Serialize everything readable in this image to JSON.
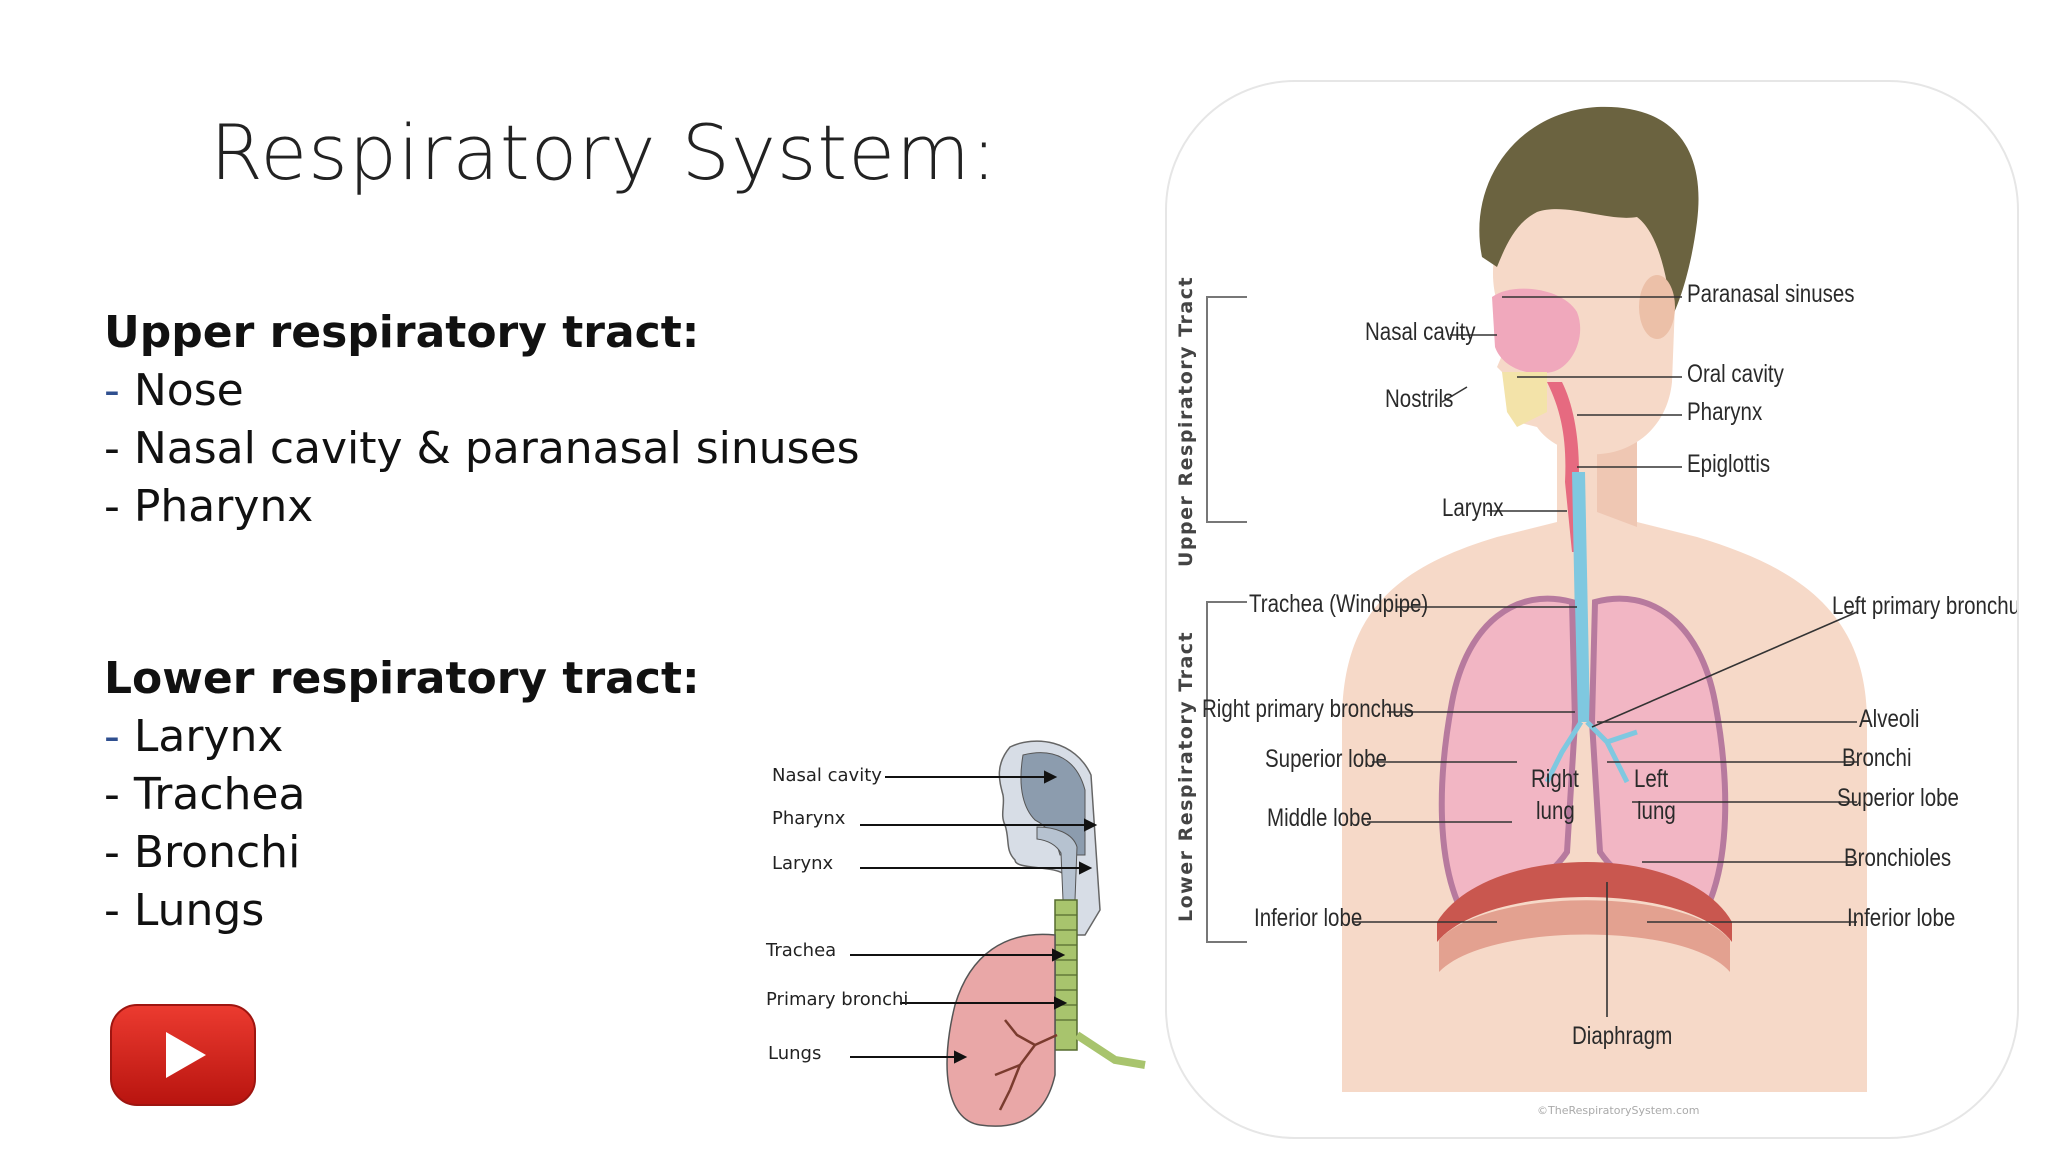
{
  "slide": {
    "title": "Respiratory System:"
  },
  "upper_tract": {
    "heading": "Upper respiratory tract:",
    "items": [
      "Nose",
      "Nasal cavity & paranasal sinuses",
      "Pharynx"
    ]
  },
  "lower_tract": {
    "heading": "Lower respiratory tract:",
    "items": [
      "Larynx",
      "Trachea",
      "Bronchi",
      "Lungs"
    ]
  },
  "small_diagram": {
    "labels": [
      "Nasal cavity",
      "Pharynx",
      "Larynx",
      "Trachea",
      "Primary bronchi",
      "Lungs"
    ]
  },
  "big_diagram": {
    "upper_tract_label": "Upper Respiratory Tract",
    "lower_tract_label": "Lower Respiratory Tract",
    "labels": {
      "paranasal_sinuses": "Paranasal sinuses",
      "nasal_cavity": "Nasal cavity",
      "oral_cavity": "Oral cavity",
      "nostrils": "Nostrils",
      "pharynx": "Pharynx",
      "epiglottis": "Epiglottis",
      "larynx": "Larynx",
      "trachea": "Trachea (Windpipe)",
      "left_primary_bronchus": "Left primary bronchus",
      "right_primary_bronchus": "Right primary bronchus",
      "alveoli": "Alveoli",
      "bronchi": "Bronchi",
      "superior_lobe_right": "Superior lobe",
      "superior_lobe_left": "Superior lobe",
      "right_lung_1": "Right",
      "right_lung_2": "lung",
      "left_lung_1": "Left",
      "left_lung_2": "lung",
      "middle_lobe": "Middle lobe",
      "bronchioles": "Bronchioles",
      "inferior_lobe_right": "Inferior lobe",
      "inferior_lobe_left": "Inferior lobe",
      "diaphragm": "Diaphragm"
    },
    "watermark": "©TheRespiratorySystem.com"
  },
  "colors": {
    "youtube_red": "#d9251c",
    "lung_pink": "#f2b6c4",
    "hair": "#6b5d3a",
    "skin": "#f6d9c8",
    "trachea_blue": "#7fc8e0"
  }
}
